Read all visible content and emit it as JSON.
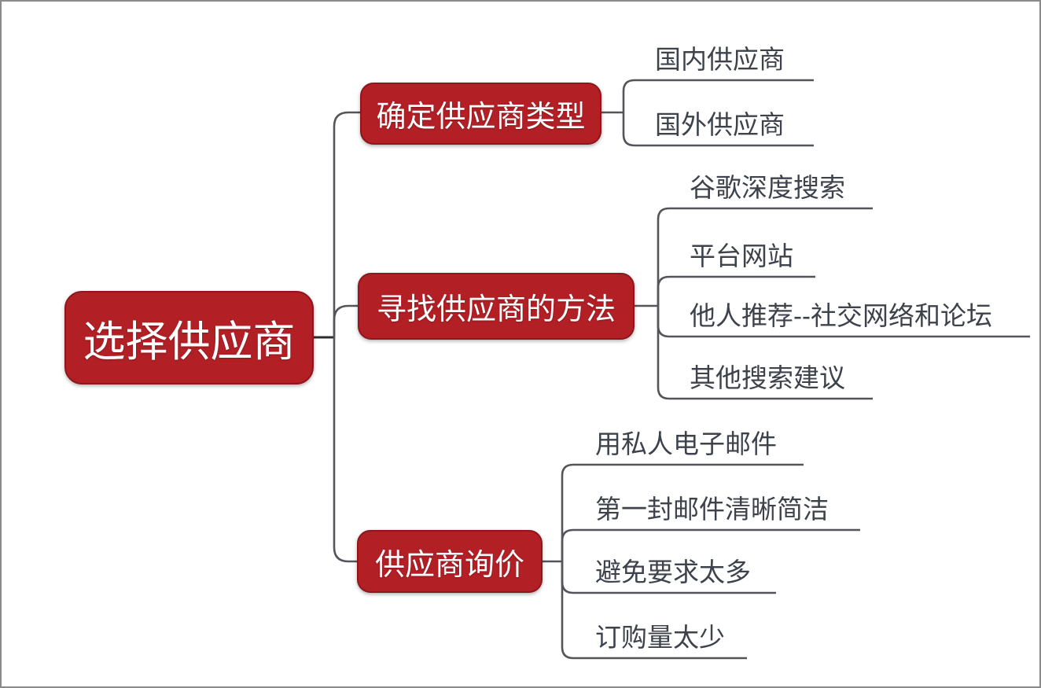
{
  "colors": {
    "node_fill": "#b22026",
    "node_border": "#8e161c",
    "node_text": "#ffffff",
    "connector": "#53555a",
    "leaf_text": "#3d424b",
    "frame_border": "#8a8a8a",
    "background": "#ffffff"
  },
  "root": {
    "label": "选择供应商"
  },
  "branches": [
    {
      "label": "确定供应商类型",
      "children": [
        {
          "label": "国内供应商"
        },
        {
          "label": "国外供应商"
        }
      ]
    },
    {
      "label": "寻找供应商的方法",
      "children": [
        {
          "label": "谷歌深度搜索"
        },
        {
          "label": "平台网站"
        },
        {
          "label": "他人推荐--社交网络和论坛"
        },
        {
          "label": "其他搜索建议"
        }
      ]
    },
    {
      "label": "供应商询价",
      "children": [
        {
          "label": "用私人电子邮件"
        },
        {
          "label": "第一封邮件清晰简洁"
        },
        {
          "label": "避免要求太多"
        },
        {
          "label": "订购量太少"
        }
      ]
    }
  ]
}
